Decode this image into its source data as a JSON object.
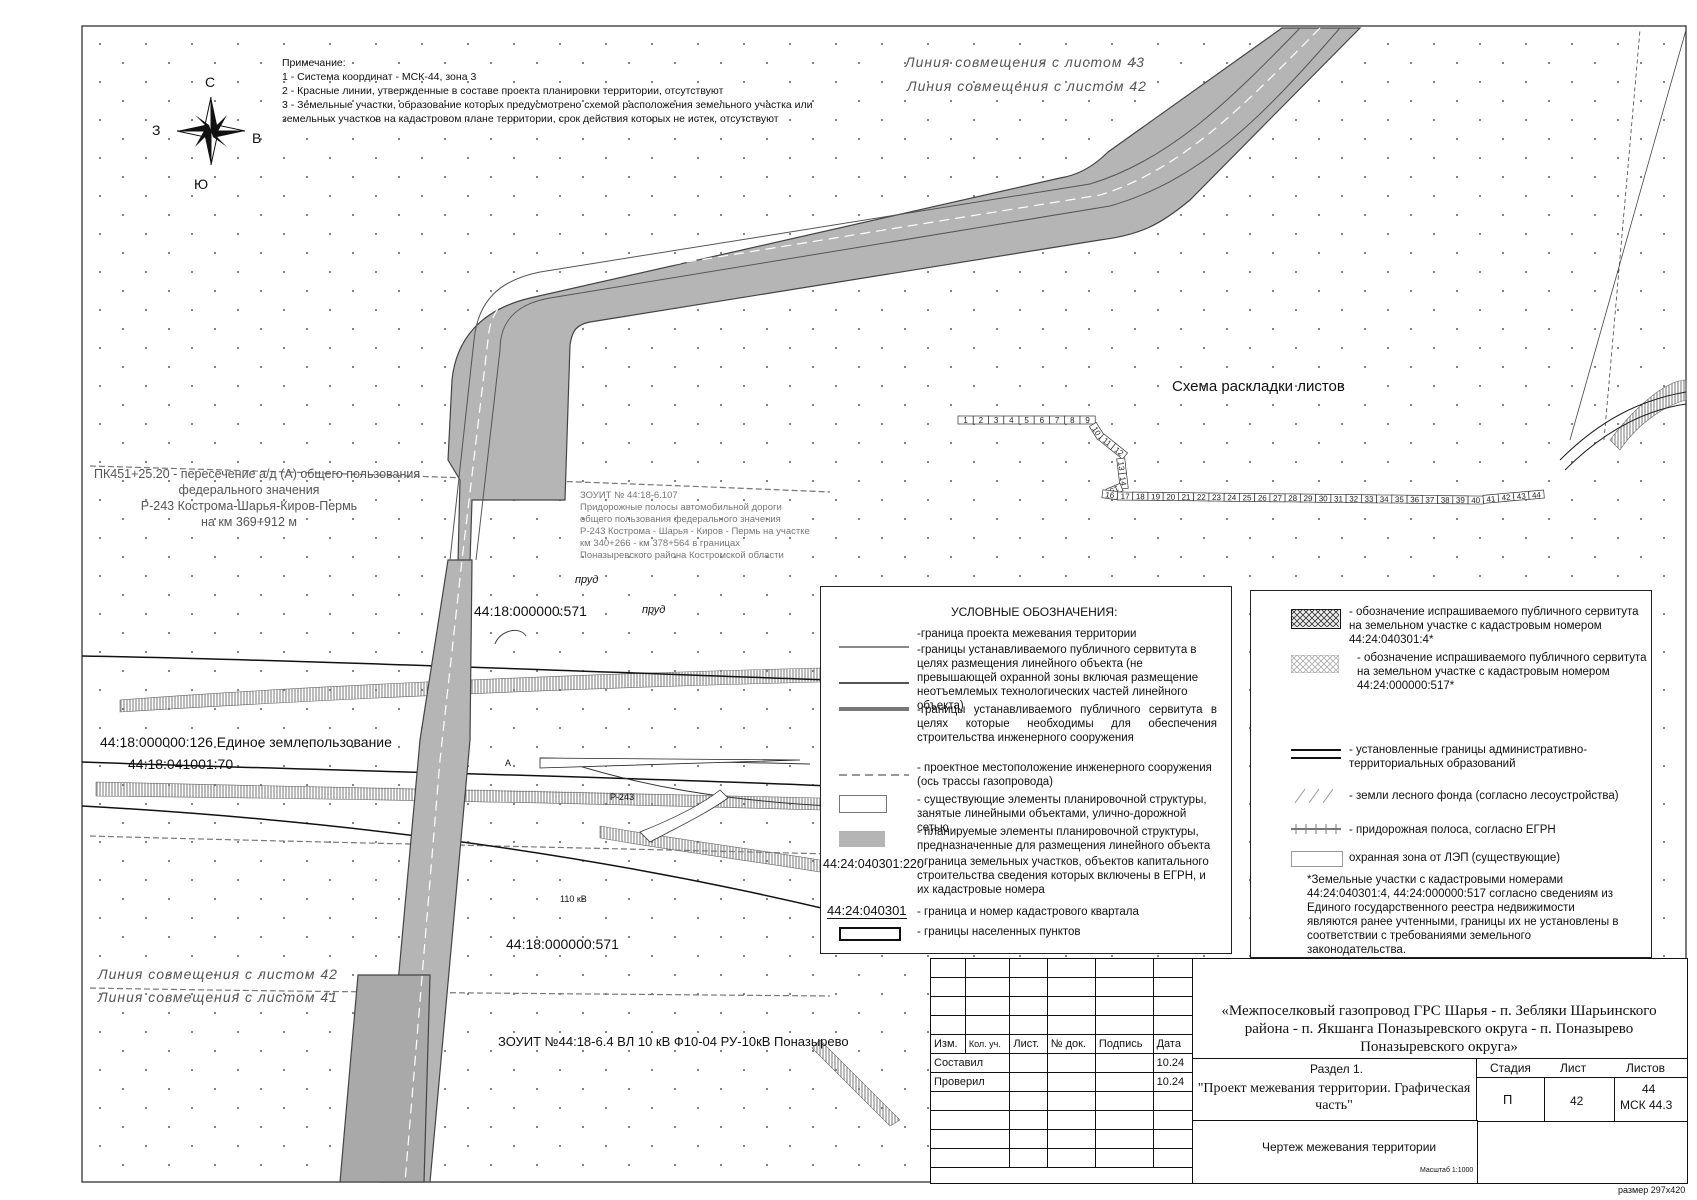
{
  "notes": {
    "heading": "Примечание:",
    "items": [
      "1 - Система координат - МСК-44, зона 3",
      "2 - Красные линии, утвержденные в составе проекта планировки территории, отсутствуют",
      "3 - Земельные участки, образование которых предусмотрено схемой расположения земельного участка или земельных участков на кадастровом плане территории, срок действия которых не истек, отсутствуют"
    ]
  },
  "compass": {
    "north": "С",
    "south": "Ю",
    "west": "З",
    "east": "В",
    "icon": "compass-rose-icon"
  },
  "match_lines": {
    "top_1": "Линия совмещения с листом 43",
    "top_2": "Линия совмещения с листом 42",
    "bottom_1": "Линия совмещения с листом 42",
    "bottom_2": "Линия совмещения с листом 41"
  },
  "map_labels": {
    "pk_1": "ПК451+25.20 - пересечение а/д (А) общего пользования",
    "pk_2": "федерального значения",
    "pk_3": "Р-243 Кострома-Шарья-Киров-Пермь",
    "pk_4": "на км 369+912 м",
    "zouit_1": "ЗОУИТ № 44:18-6.107",
    "zouit_2": "Придорожные полосы автомобильной дороги",
    "zouit_3": "общего пользования федерального значения",
    "zouit_4": "Р-243 Кострома - Шарья - Киров - Пермь на участке",
    "zouit_5": "км 340+266 - км 378+564 в границах",
    "zouit_6": "Поназыревского района Костромской области",
    "parcel_571_top": "44:18:000000:571",
    "parcel_571_bottom": "44:18:000000:571",
    "parcel_126": "44:18:000000:126 Единое землепользование",
    "parcel_70": "44:18:041001:70",
    "pond_1": "пруд",
    "pond_2": "пруд",
    "road_r243": "Р-243",
    "road_a": "А",
    "vl_110": "110 кВ",
    "zouit_vl": "ЗОУИТ №44:18-6.4 ВЛ 10 кВ Ф10-04 РУ-10кВ Поназырево",
    "scheme_title": "Схема раскладки листов"
  },
  "sheet_scheme": {
    "labels": [
      "1",
      "2",
      "3",
      "4",
      "5",
      "6",
      "7",
      "8",
      "9",
      "10",
      "11",
      "12",
      "13",
      "14",
      "15",
      "16",
      "17",
      "18",
      "19",
      "20",
      "21",
      "22",
      "23",
      "24",
      "25",
      "26",
      "27",
      "28",
      "29",
      "30",
      "31",
      "32",
      "33",
      "34",
      "35",
      "36",
      "37",
      "38",
      "39",
      "40",
      "41",
      "42",
      "43",
      "44"
    ]
  },
  "legend": {
    "title": "УСЛОВНЫЕ ОБОЗНАЧЕНИЯ:",
    "items": [
      "-граница проекта межевания территории",
      "-границы устанавливаемого публичного сервитута в целях размещения линейного объекта (не превышающей охранной зоны включая размещение неотъемлемых технологических частей линейного объекта)",
      "-границы устанавливаемого публичного сервитута в целях которые необходимы для обеспечения строительства инженерного сооружения",
      "- проектное местоположение инженерного сооружения (ось трассы газопровода)",
      "- существующие элементы планировочной структуры, занятые линейными объектами, улично-дорожной сетью",
      "- планируемые элементы планировочной структуры, предназначенные для размещения линейного объекта",
      "- граница земельных участков, объектов капитального строительства сведения которых включены в ЕГРН, и их кадастровые номера",
      "- граница и номер кадастрового квартала",
      "- границы населенных пунктов"
    ],
    "sample_parcel": "44:24:040301:220",
    "sample_quarter": "44:24:040301"
  },
  "legend2": {
    "items": [
      "- обозначение испрашиваемого публичного сервитута на земельном участке с кадастровым номером 44:24:040301:4*",
      "- обозначение испрашиваемого публичного сервитута на земельном участке с кадастровым номером 44:24:000000:517*",
      "- установленные границы административно-территориальных образований",
      "- земли лесного фонда (согласно лесоустройства)",
      "- придорожная полоса, согласно ЕГРН",
      "охранная зона от ЛЭП (существующие)"
    ],
    "footnote": "*Земельные участки с кадастровыми номерами 44:24:040301:4, 44:24:000000:517 согласно сведениям из Единого государственного реестра недвижимости являются ранее учтенными, границы их не установлены в соответствии с требованиями земельного законодательства."
  },
  "stamp": {
    "project_title": "«Межпоселковый газопровод ГРС Шарья - п. Зебляки Шарьинского района - п. Якшанга Поназыревского округа - п. Поназырево Поназыревского округа»",
    "headers": [
      "Изм.",
      "Кол. уч.",
      "Лист.",
      "№ док.",
      "Подпись",
      "Дата"
    ],
    "rows": [
      {
        "role": "Составил",
        "date": "10.24"
      },
      {
        "role": "Проверил",
        "date": "10.24"
      }
    ],
    "section": "Раздел 1.",
    "section_title": "\"Проект межевания территории. Графическая часть\"",
    "stage_label": "Стадия",
    "sheet_label": "Лист",
    "sheets_label": "Листов",
    "stage": "П",
    "sheet": "42",
    "sheets": "44",
    "msk": "МСК 44.3",
    "drawing_title": "Чертеж межевания территории",
    "scale": "Масштаб 1:1000",
    "format": "размер 297x420"
  },
  "colors": {
    "road_fill": "#b5b5b5",
    "road_edge": "#555555",
    "hatch": "#888888"
  }
}
